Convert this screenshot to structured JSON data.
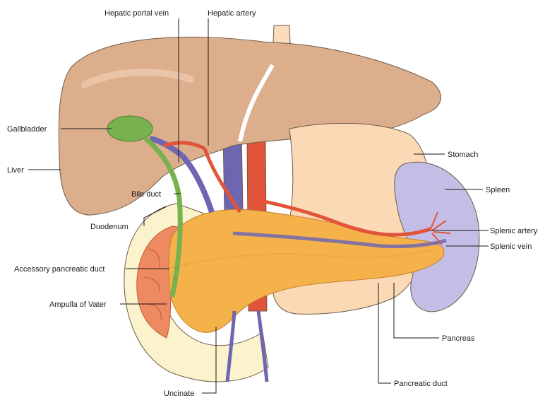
{
  "labels": {
    "hepatic_portal_vein": "Hepatic portal vein",
    "hepatic_artery": "Hepatic artery",
    "gallbladder": "Gallbladder",
    "liver": "Liver",
    "bile_duct": "Bile duct",
    "duodenum": "Duodenum",
    "accessory_pancreatic_duct": "Accessory pancreatic duct",
    "ampulla_of_vater": "Ampulla of Vater",
    "uncinate": "Uncinate",
    "stomach": "Stomach",
    "spleen": "Spleen",
    "splenic_artery": "Splenic artery",
    "splenic_vein": "Splenic vein",
    "pancreas": "Pancreas",
    "pancreatic_duct": "Pancreatic duct"
  },
  "colors": {
    "liver": "#dcae8c",
    "stomach": "#fbd9b5",
    "spleen": "#c4bde6",
    "pancreas": "#f5b24a",
    "duodenum_wall": "#fbf3cc",
    "duodenum_inner": "#ee8a62",
    "gallbladder": "#78b24e",
    "artery": "#e2543a",
    "vein": "#6f66b2",
    "label_text": "#1a1a1a"
  }
}
